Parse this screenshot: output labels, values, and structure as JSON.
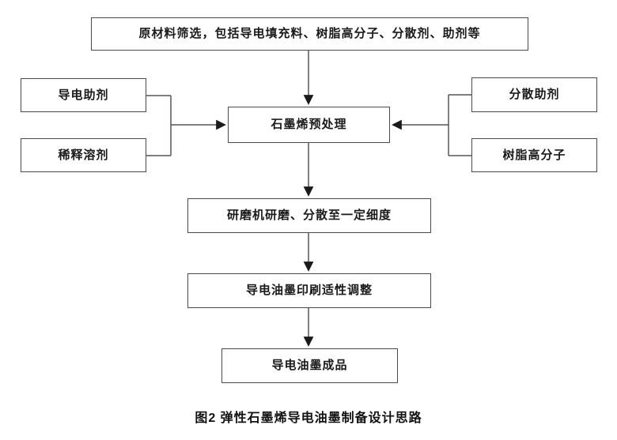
{
  "figure": {
    "type": "flowchart",
    "caption": "图2 弹性石墨烯导电油墨制备设计思路",
    "colors": {
      "background": "#ffffff",
      "box_border": "#4a4a4a",
      "line": "#555555",
      "arrowhead": "#1a1a1a",
      "text": "#1a1a1a"
    }
  },
  "nodes": {
    "raw_material": "原材料筛选，包括导电填充料、树脂高分子、分散剂、助剂等",
    "conductive_additive": "导电助剂",
    "diluent_solvent": "稀释溶剂",
    "dispersing_aid": "分散助剂",
    "resin_polymer": "树脂高分子",
    "graphene_pretreatment": "石墨烯预处理",
    "grinding": "研磨机研磨、分散至一定细度",
    "printability_adjustment": "导电油墨印刷适性调整",
    "finished_ink": "导电油墨成品"
  },
  "edges": [
    {
      "from": "raw_material",
      "to": "graphene_pretreatment",
      "arrow": true
    },
    {
      "from": "conductive_additive",
      "to": "graphene_pretreatment",
      "arrow": true
    },
    {
      "from": "diluent_solvent",
      "to": "graphene_pretreatment",
      "arrow": true
    },
    {
      "from": "dispersing_aid",
      "to": "graphene_pretreatment",
      "arrow": true
    },
    {
      "from": "resin_polymer",
      "to": "graphene_pretreatment",
      "arrow": true
    },
    {
      "from": "graphene_pretreatment",
      "to": "grinding",
      "arrow": true
    },
    {
      "from": "grinding",
      "to": "printability_adjustment",
      "arrow": true
    },
    {
      "from": "printability_adjustment",
      "to": "finished_ink",
      "arrow": true
    }
  ]
}
